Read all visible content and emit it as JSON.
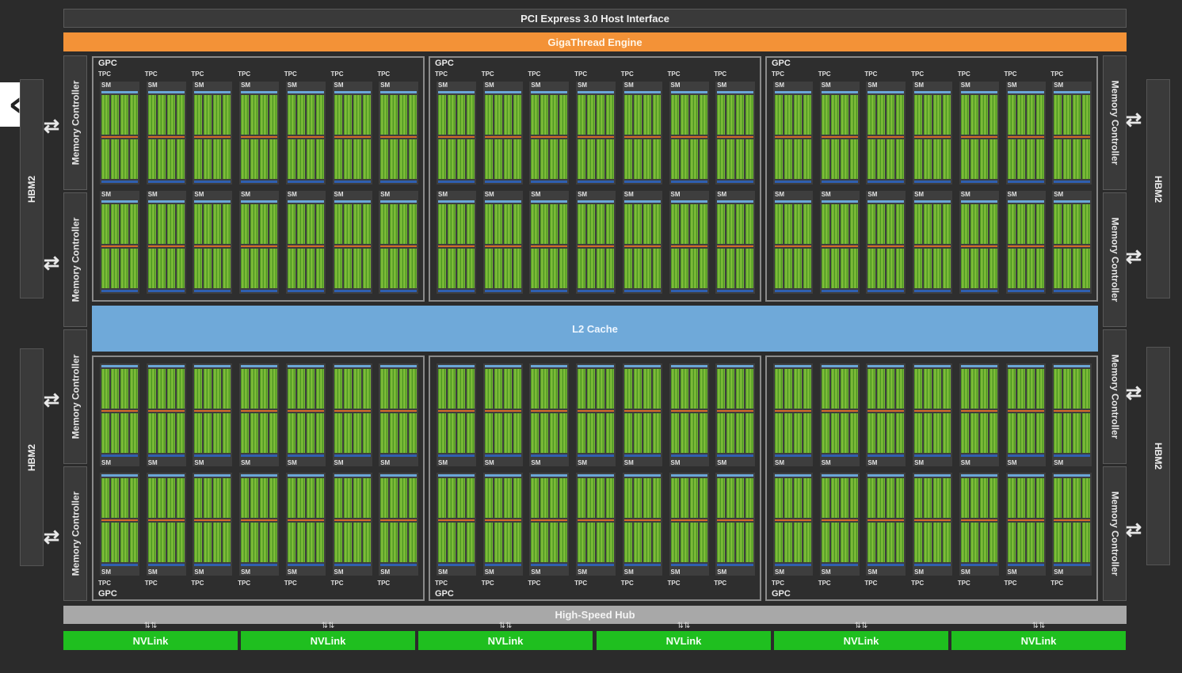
{
  "header": {
    "pci": "PCI Express 3.0 Host Interface",
    "giga": "GigaThread Engine"
  },
  "l2": "L2 Cache",
  "hub": "High-Speed Hub",
  "nvlinks": [
    "NVLink",
    "NVLink",
    "NVLink",
    "NVLink",
    "NVLink",
    "NVLink"
  ],
  "hbm": [
    "HBM2",
    "HBM2",
    "HBM2",
    "HBM2"
  ],
  "memory_controller": "Memory Controller",
  "gpc_label": "GPC",
  "tpc_label": "TPC",
  "sm_label": "SM",
  "colors": {
    "giga": "#f39237",
    "l2": "#6fa9d9",
    "nvlink": "#1fbf1f",
    "hub": "#a8a8a8",
    "core": "#8cc63f"
  },
  "icons": {
    "back": "chevron-left-icon",
    "io": "bidirectional-arrow-icon"
  }
}
